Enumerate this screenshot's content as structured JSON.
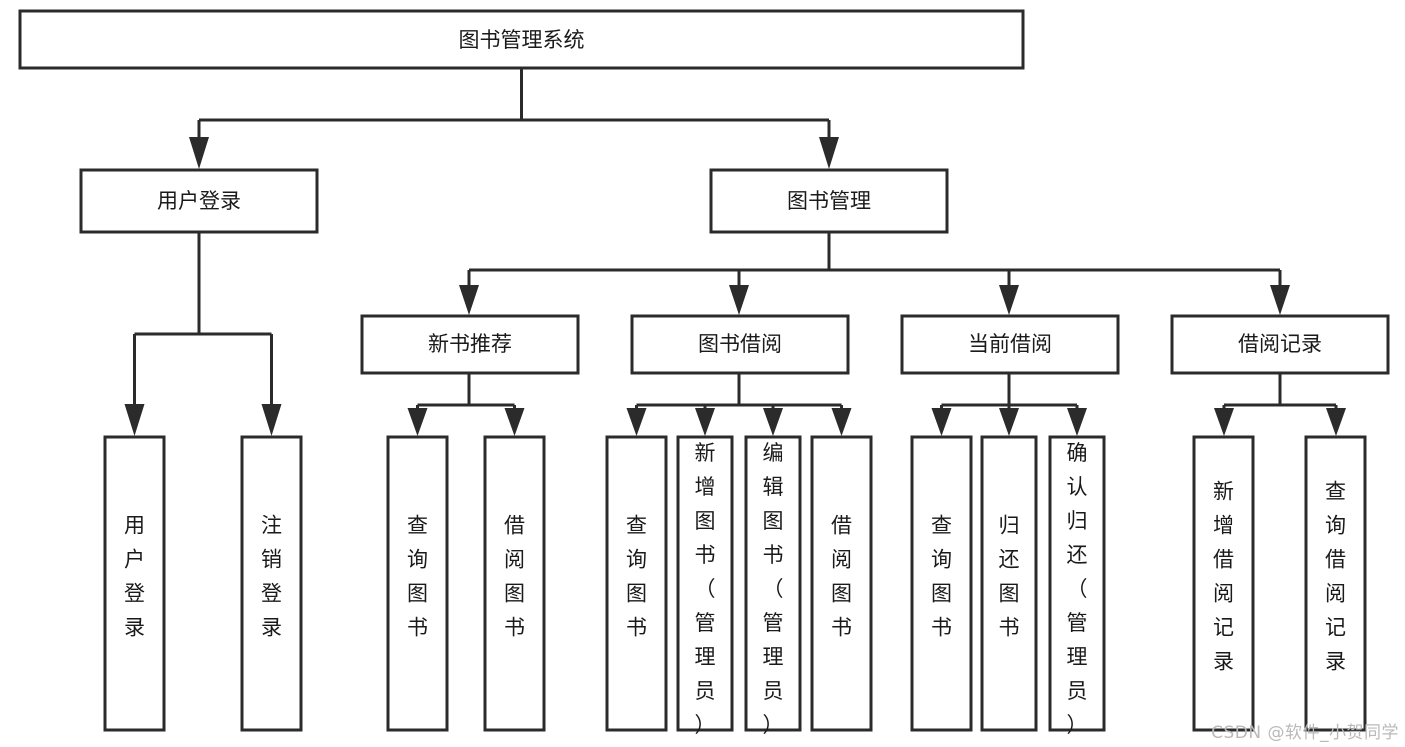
{
  "diagram": {
    "title": "图书管理系统",
    "watermark": "CSDN @软件_小贺同学",
    "colors": {
      "stroke": "#2b2b2b",
      "fill": "#ffffff",
      "text": "#1a1a1a",
      "watermark": "#b9b9b9",
      "background": "#ffffff"
    },
    "nodes": {
      "root": {
        "label": "图书管理系统"
      },
      "level2": [
        {
          "id": "user-login",
          "label": "用户登录"
        },
        {
          "id": "book-manage",
          "label": "图书管理"
        }
      ],
      "level3": [
        {
          "id": "new-book-recommend",
          "label": "新书推荐"
        },
        {
          "id": "book-borrow",
          "label": "图书借阅"
        },
        {
          "id": "current-borrow",
          "label": "当前借阅"
        },
        {
          "id": "borrow-record",
          "label": "借阅记录"
        }
      ],
      "leaves": {
        "user-login": [
          {
            "id": "leaf-user-login",
            "label": "用户登录"
          },
          {
            "id": "leaf-logout-login",
            "label": "注销登录"
          }
        ],
        "new-book-recommend": [
          {
            "id": "leaf-query-book-1",
            "label": "查询图书"
          },
          {
            "id": "leaf-borrow-book-1",
            "label": "借阅图书"
          }
        ],
        "book-borrow": [
          {
            "id": "leaf-query-book-2",
            "label": "查询图书"
          },
          {
            "id": "leaf-add-book-admin",
            "label": "新增图书（管理员）"
          },
          {
            "id": "leaf-edit-book-admin",
            "label": "编辑图书（管理员）"
          },
          {
            "id": "leaf-borrow-book-2",
            "label": "借阅图书"
          }
        ],
        "current-borrow": [
          {
            "id": "leaf-query-book-3",
            "label": "查询图书"
          },
          {
            "id": "leaf-return-book",
            "label": "归还图书"
          },
          {
            "id": "leaf-confirm-return-admin",
            "label": "确认归还（管理员）"
          }
        ],
        "borrow-record": [
          {
            "id": "leaf-add-borrow-record",
            "label": "新增借阅记录"
          },
          {
            "id": "leaf-query-borrow-record",
            "label": "查询借阅记录"
          }
        ]
      }
    }
  }
}
